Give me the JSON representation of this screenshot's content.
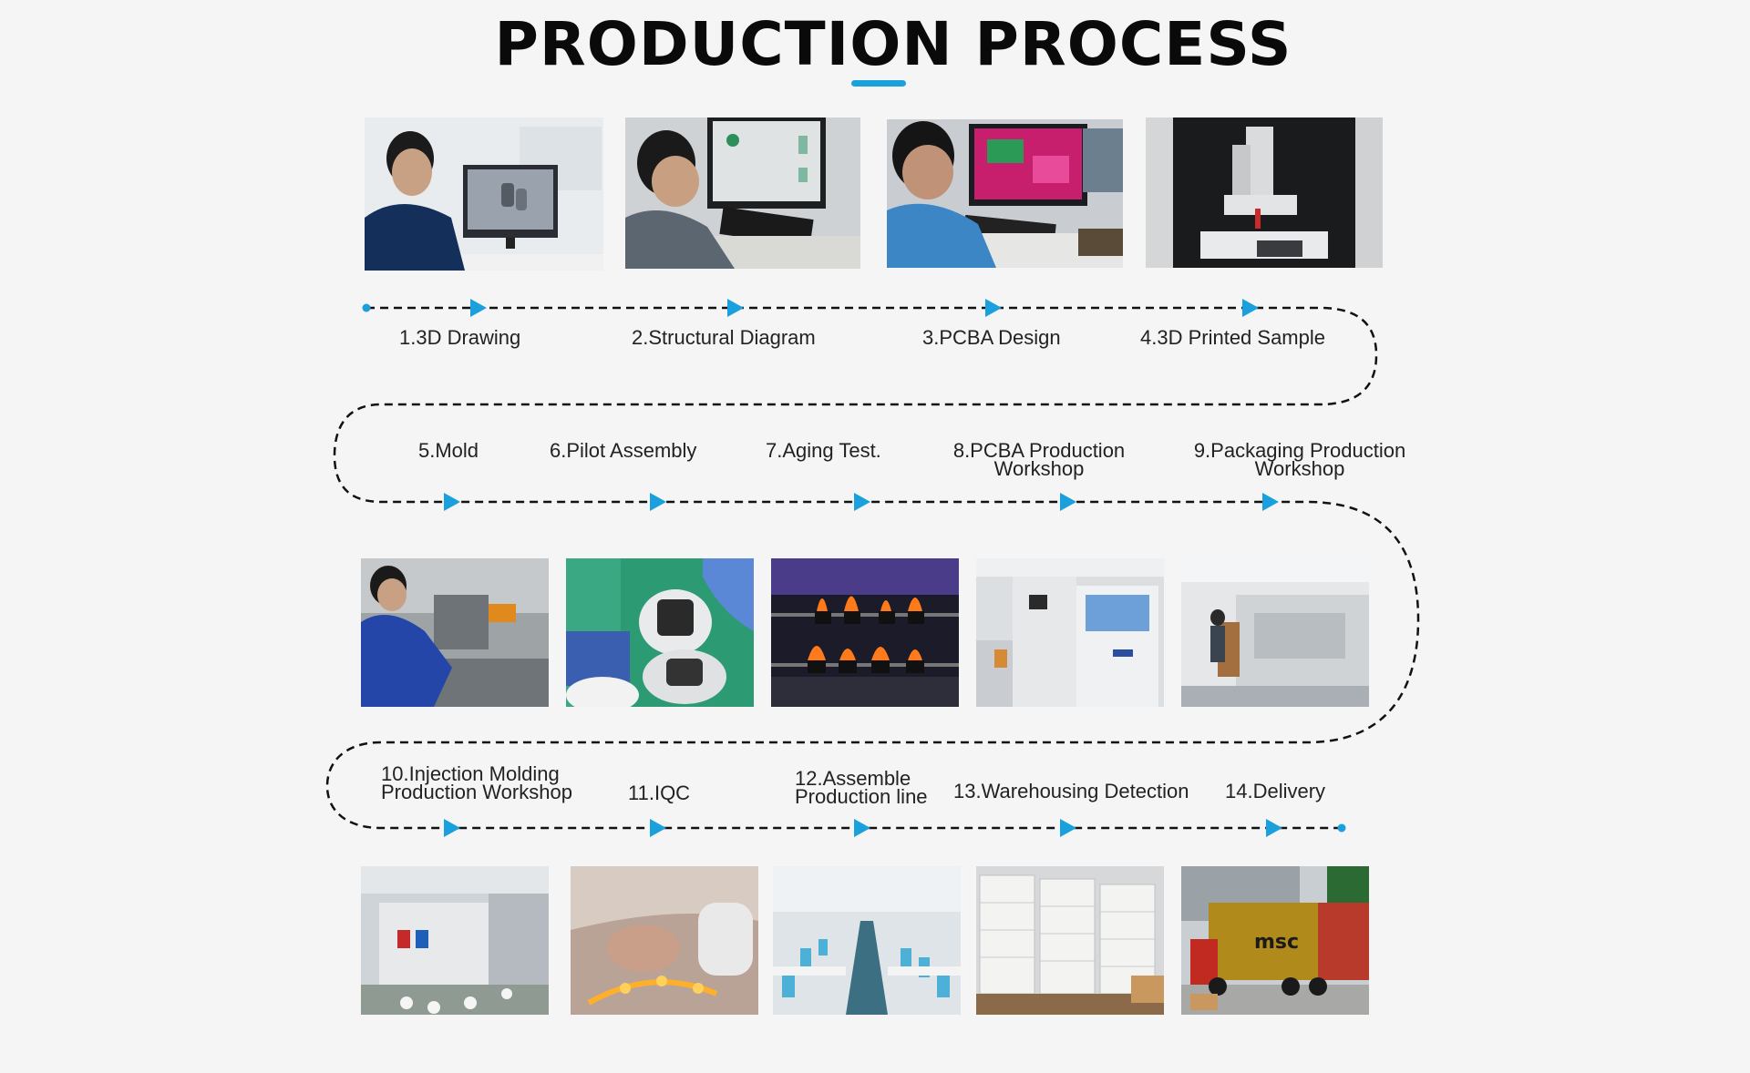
{
  "title": "PRODUCTION PROCESS",
  "colors": {
    "accent": "#1aa0dc",
    "path": "#111111",
    "background": "#f5f5f5"
  },
  "steps": [
    {
      "label": "1.3D Drawing",
      "photo": "engineer-at-3d-cad-workstation"
    },
    {
      "label": "2.Structural Diagram",
      "photo": "engineer-reviewing-structure-on-monitor"
    },
    {
      "label": "3.PCBA Design",
      "photo": "engineer-designing-pcb-layout"
    },
    {
      "label": "4.3D Printed Sample",
      "photo": "3d-printer-machine"
    },
    {
      "label": "5.Mold",
      "photo": "worker-at-mold-bench"
    },
    {
      "label": "6.Pilot Assembly",
      "photo": "hands-assembling-units"
    },
    {
      "label": "7.Aging Test.",
      "photo": "flame-lamps-on-test-rack"
    },
    {
      "label": "8.PCBA Production Workshop",
      "line1": "8.PCBA Production",
      "line2": "Workshop",
      "photo": "smt-printing-machine"
    },
    {
      "label": "9.Packaging Production Workshop",
      "line1": "9.Packaging Production",
      "line2": "Workshop",
      "photo": "printing-press-workshop"
    },
    {
      "label": "10.Injection Molding Production Workshop",
      "line1": "10.Injection Molding",
      "line2": "Production Workshop",
      "photo": "injection-molding-machine"
    },
    {
      "label": "11.IQC",
      "photo": "inspecting-led-strip"
    },
    {
      "label": "12.Assemble Production line",
      "line1": "12.Assemble",
      "line2": "Production line",
      "photo": "assembly-line-workers"
    },
    {
      "label": "13.Warehousing Detection",
      "photo": "stacked-cartons-warehouse"
    },
    {
      "label": "14.Delivery",
      "photo": "shipping-container-truck"
    }
  ]
}
